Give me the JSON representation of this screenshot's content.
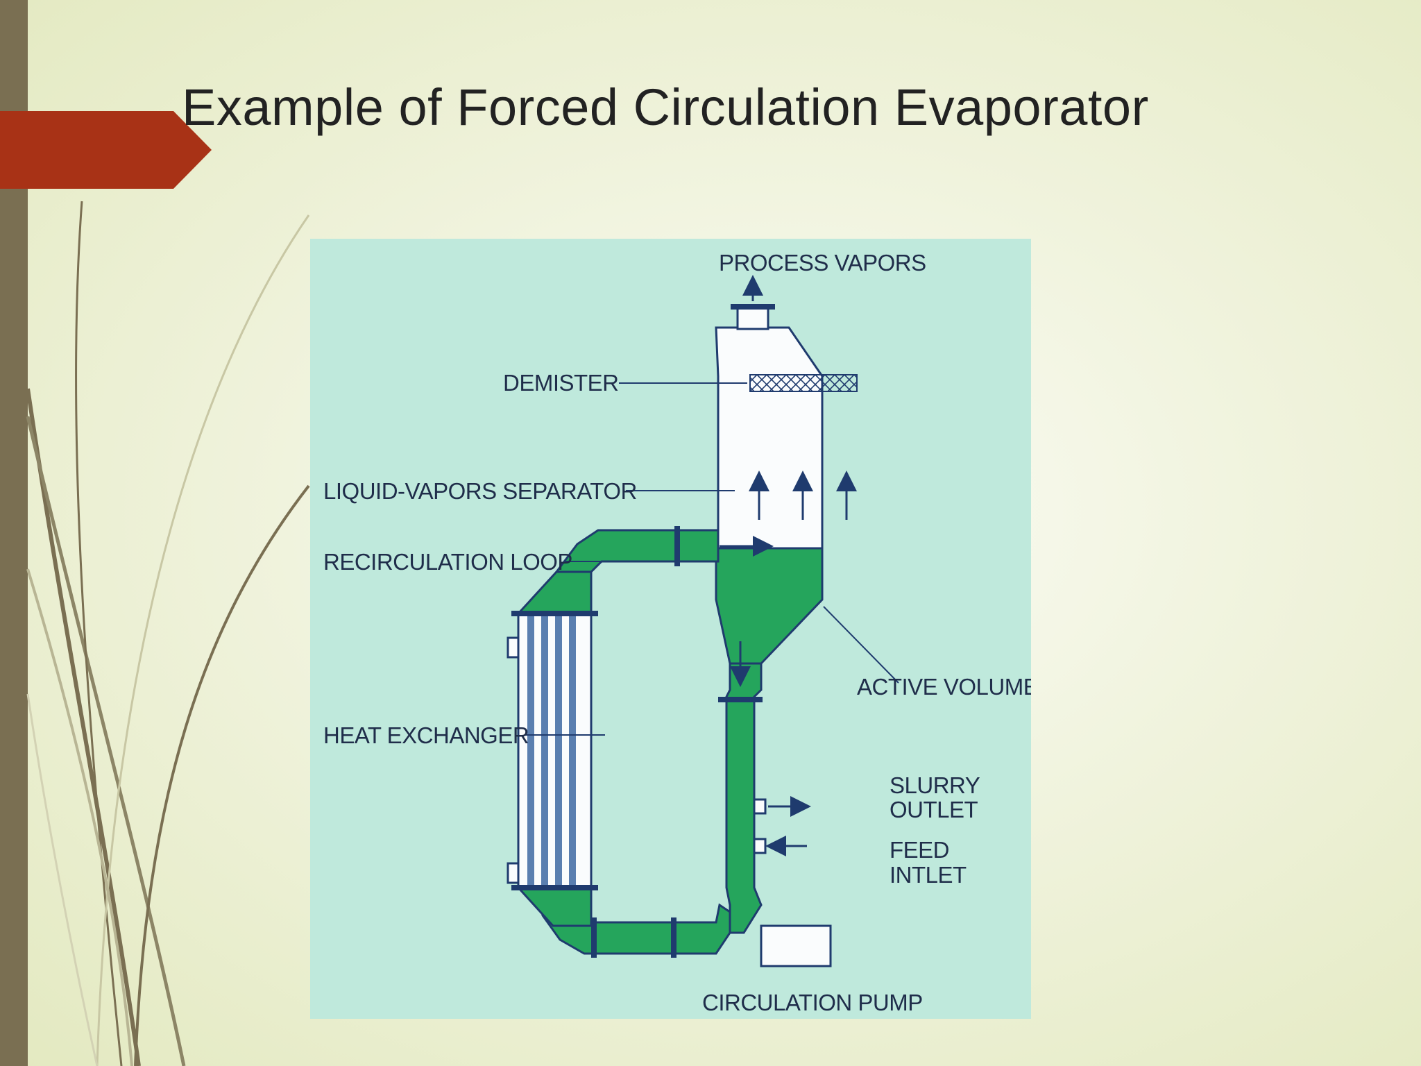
{
  "slide": {
    "title": "Example of Forced Circulation Evaporator"
  },
  "diagram": {
    "labels": {
      "process_vapors": "PROCESS VAPORS",
      "demister": "DEMISTER",
      "separator": "LIQUID-VAPORS SEPARATOR",
      "recirculation_loop": "RECIRCULATION LOOP",
      "active_volume": "ACTIVE VOLUME",
      "heat_exchanger": "HEAT EXCHANGER",
      "slurry_outlet_line1": "SLURRY",
      "slurry_outlet_line2": "OUTLET",
      "feed_inlet_line1": "FEED",
      "feed_inlet_line2": "INTLET",
      "circulation_pump": "CIRCULATION PUMP"
    }
  },
  "colors": {
    "accent": "#a83216",
    "side_bar": "#7a6f52",
    "liquid": "#25a55c",
    "diagram_background": "#bfe9dc",
    "line": "#1f3b6e"
  }
}
